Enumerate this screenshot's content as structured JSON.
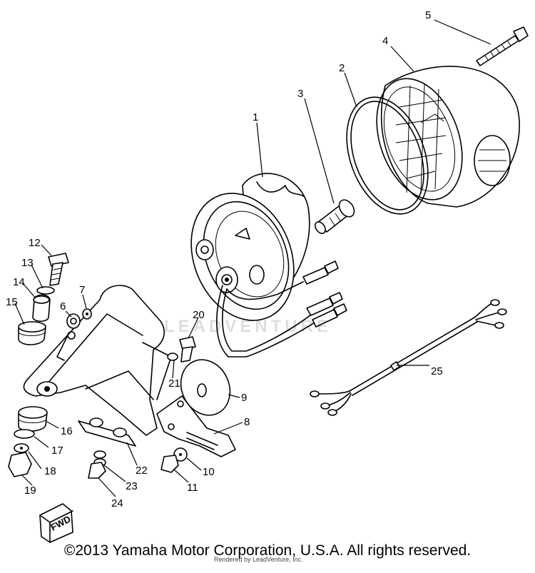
{
  "copyright": "©2013 Yamaha Motor Corporation, U.S.A. All rights reserved.",
  "watermark": "LEADVENTURE",
  "rendered_by": "Rendered by LeadVenture, Inc.",
  "fwd_label": "FWD",
  "part_numbers": [
    "1",
    "2",
    "3",
    "4",
    "5",
    "6",
    "7",
    "8",
    "9",
    "10",
    "11",
    "12",
    "13",
    "14",
    "15",
    "16",
    "17",
    "18",
    "19",
    "20",
    "21",
    "22",
    "23",
    "24",
    "25"
  ]
}
